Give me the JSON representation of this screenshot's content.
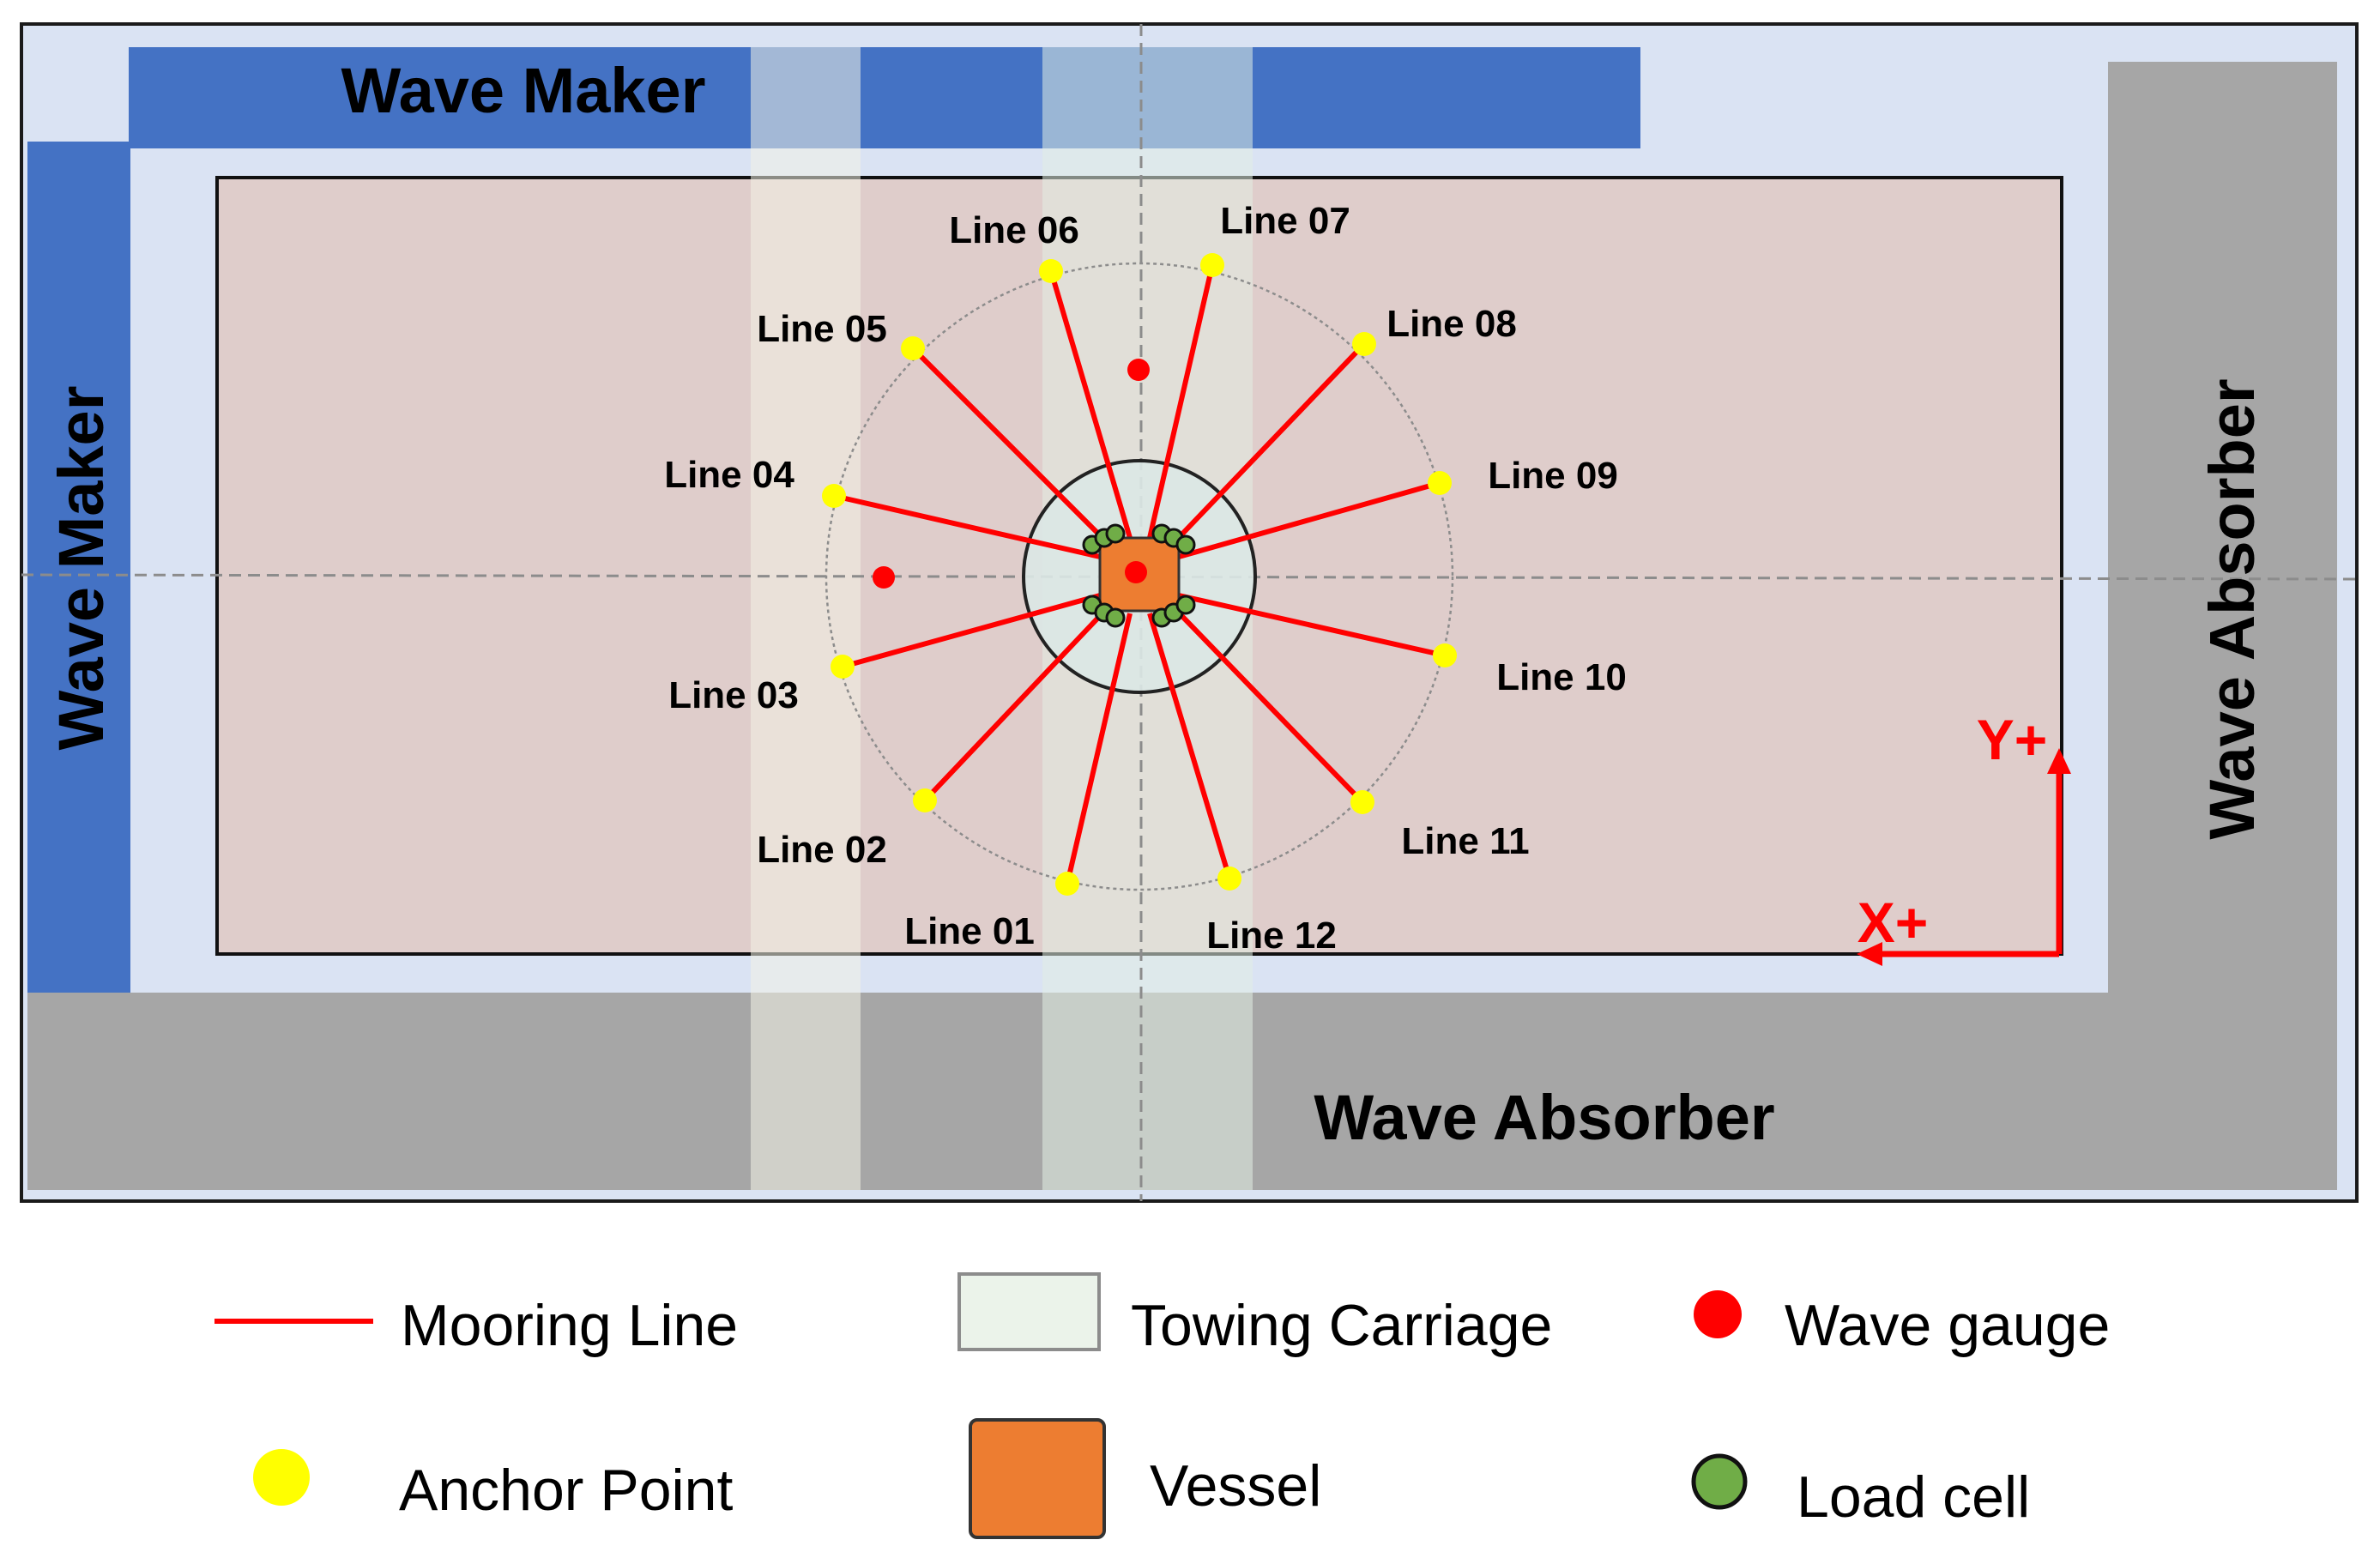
{
  "labels": {
    "wave_maker_top": "Wave Maker",
    "wave_maker_left": "Wave Maker",
    "wave_absorber_right": "Wave Absorber",
    "wave_absorber_bottom": "Wave Absorber"
  },
  "axes": {
    "y": "Y+",
    "x": "X+"
  },
  "mooring_lines": [
    {
      "label": "Line 01"
    },
    {
      "label": "Line 02"
    },
    {
      "label": "Line 03"
    },
    {
      "label": "Line 04"
    },
    {
      "label": "Line 05"
    },
    {
      "label": "Line 06"
    },
    {
      "label": "Line 07"
    },
    {
      "label": "Line 08"
    },
    {
      "label": "Line 09"
    },
    {
      "label": "Line 10"
    },
    {
      "label": "Line 11"
    },
    {
      "label": "Line 12"
    }
  ],
  "legend": {
    "mooring_line": "Mooring Line",
    "towing_carriage": "Towing Carriage",
    "wave_gauge": "Wave gauge",
    "anchor_point": "Anchor Point",
    "vessel": "Vessel",
    "load_cell": "Load cell"
  },
  "colors": {
    "wave_maker": "#4472c4",
    "absorber": "#a6a6a6",
    "basin_water": "#dae3f3",
    "inner_tank": "#dfcdcb",
    "mooring_line": "#ff0000",
    "anchor_point": "#ffff00",
    "vessel": "#ed7d31",
    "wave_gauge": "#ff0000",
    "load_cell": "#70ad47"
  }
}
